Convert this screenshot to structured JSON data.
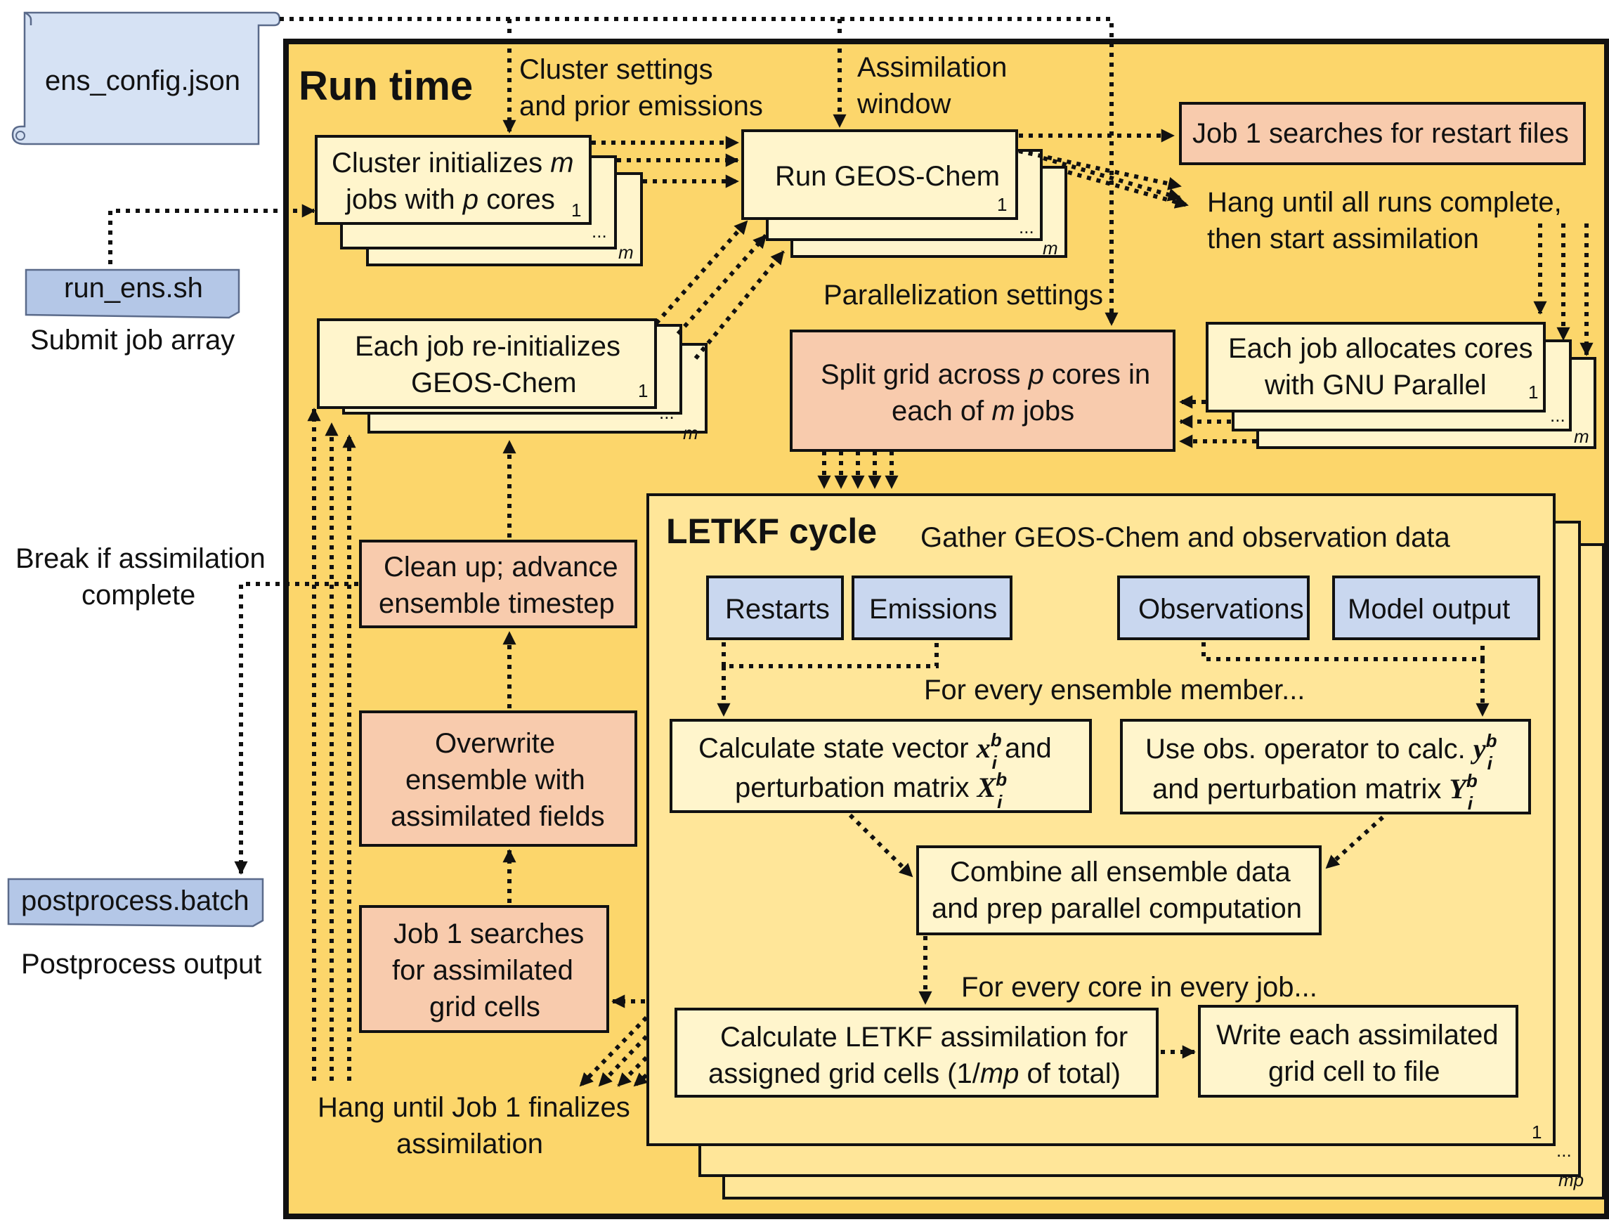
{
  "colors": {
    "runtime_bg": "#fcd66b",
    "box_cream": "#fff5cc",
    "box_salmon": "#f8cbad",
    "box_blue": "#c9d7ef",
    "file_blue": "#b4c7e7",
    "scroll_blue": "#d6e2f4",
    "letkf_bg": "#ffe699"
  },
  "files": {
    "config": "ens_config.json",
    "run_script": "run_ens.sh",
    "run_script_caption": "Submit job array",
    "postprocess": "postprocess.batch",
    "postprocess_caption": "Postprocess output"
  },
  "break_label": {
    "line1": "Break if assimilation",
    "line2": "complete"
  },
  "runtime": {
    "title": "Run time",
    "cluster_settings_label": {
      "line1": "Cluster settings",
      "line2": "and prior emissions"
    },
    "assim_window_label": {
      "line1": "Assimilation",
      "line2": "window"
    },
    "parallel_settings_label": "Parallelization settings",
    "hang_label": {
      "line1": "Hang until all runs complete,",
      "line2": "then start assimilation"
    },
    "hang_job1_label": {
      "line1": "Hang until Job 1 finalizes",
      "line2": "assimilation"
    },
    "stack_marks": {
      "one": "1",
      "dots": "...",
      "m": "m",
      "mp": "mp"
    }
  },
  "boxes": {
    "cluster_init": {
      "pre": "Cluster initializes ",
      "var": "m",
      "mid": "jobs with ",
      "var2": "p",
      "post": " cores"
    },
    "run_geos": "Run GEOS-Chem",
    "restart_search": "Job 1 searches for restart files",
    "reinit": {
      "line1": "Each job re-initializes",
      "line2": "GEOS-Chem"
    },
    "split_grid": {
      "pre": "Split grid across ",
      "var": "p",
      "post": " cores in",
      "pre2": "each of ",
      "var2": "m",
      "post2": " jobs"
    },
    "allocate": {
      "line1": "Each job allocates cores",
      "line2": "with GNU Parallel"
    },
    "cleanup": {
      "line1": "Clean up; advance",
      "line2": "ensemble timestep"
    },
    "overwrite": {
      "line1": "Overwrite",
      "line2": "ensemble with",
      "line3": "assimilated fields"
    },
    "job1_search": {
      "line1": "Job 1 searches",
      "line2": "for assimilated",
      "line3": "grid cells"
    }
  },
  "letkf": {
    "title": "LETKF cycle",
    "gather_label": "Gather GEOS-Chem and observation data",
    "restarts": "Restarts",
    "emissions": "Emissions",
    "observations": "Observations",
    "model_output": "Model output",
    "every_member_label": "For every ensemble member...",
    "state_vector": {
      "line1_pre": "Calculate state vector ",
      "sym_x": "x",
      "line1_post": " and",
      "line2_pre": "perturbation matrix ",
      "sym_X": "X"
    },
    "obs_operator": {
      "line1_pre": "Use obs. operator to calc. ",
      "sym_y": "y",
      "line2_pre": "and perturbation matrix ",
      "sym_Y": "Y"
    },
    "sup_b": "b",
    "sub_i": "i",
    "combine": {
      "line1": "Combine all ensemble data",
      "line2": "and prep parallel computation"
    },
    "every_core_label": "For every core in every job...",
    "calc_letkf": {
      "line1": "Calculate LETKF assimilation for",
      "line2_pre": "assigned grid cells (1/",
      "var": "mp",
      "line2_post": " of total)"
    },
    "write_cells": {
      "line1": "Write each assimilated",
      "line2": "grid cell to file"
    }
  }
}
